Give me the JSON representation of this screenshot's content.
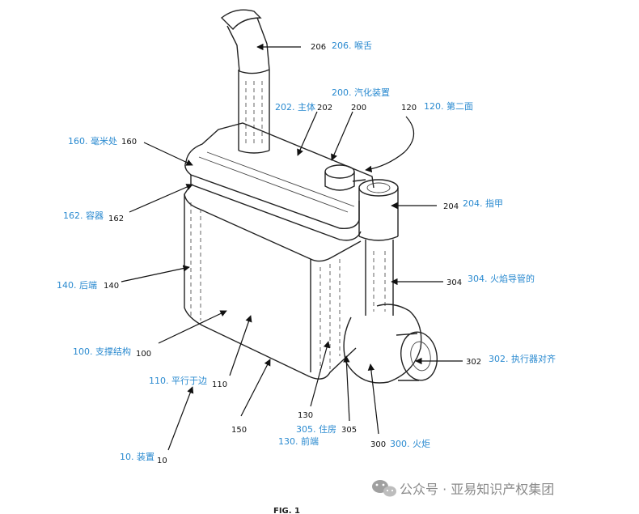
{
  "labels": {
    "206": {
      "num": "206",
      "cn": "206. 喉舌"
    },
    "202": {
      "num": "202",
      "cn": "202. 主体"
    },
    "200": {
      "num": "200",
      "cn": "200. 汽化装置"
    },
    "120": {
      "num": "120",
      "cn": "120. 第二面"
    },
    "160": {
      "num": "160",
      "cn": "160. 毫米处"
    },
    "162": {
      "num": "162",
      "cn": "162. 容器"
    },
    "204": {
      "num": "204",
      "cn": "204. 指甲"
    },
    "140": {
      "num": "140",
      "cn": "140. 后端"
    },
    "304": {
      "num": "304",
      "cn": "304. 火焰导管的"
    },
    "100": {
      "num": "100",
      "cn": "100. 支撑结构"
    },
    "302": {
      "num": "302",
      "cn": "302. 执行器对齐"
    },
    "110": {
      "num": "110",
      "cn": "110. 平行于边"
    },
    "150": {
      "num": "150"
    },
    "130": {
      "num": "130",
      "cn": "130. 前端"
    },
    "305": {
      "num": "305",
      "cn": "305. 住房"
    },
    "300": {
      "num": "300",
      "cn": "300. 火炬"
    },
    "10": {
      "num": "10",
      "cn": "10. 装置"
    }
  },
  "figure_caption": "FIG. 1",
  "watermark": {
    "text": "公众号 · 亚易知识产权集团",
    "icon": "wechat-icon"
  }
}
